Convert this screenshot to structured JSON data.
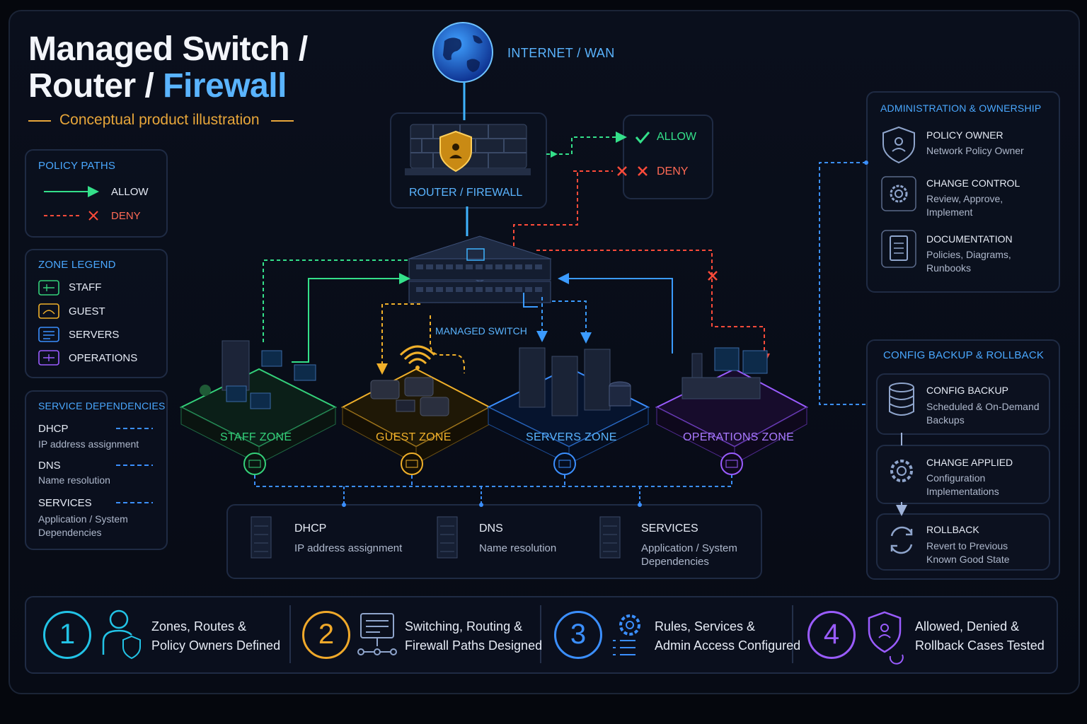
{
  "header": {
    "title_line1": "Managed Switch /",
    "title_line2_a": "Router / ",
    "title_line2_b": "Firewall",
    "subtitle": "Conceptual product illustration"
  },
  "policy_paths": {
    "title": "POLICY PATHS",
    "allow": "ALLOW",
    "deny": "DENY"
  },
  "zone_legend": {
    "title": "ZONE LEGEND",
    "items": [
      "STAFF",
      "GUEST",
      "SERVERS",
      "OPERATIONS"
    ]
  },
  "service_deps": {
    "title": "SERVICE DEPENDENCIES",
    "items": [
      {
        "name": "DHCP",
        "desc": "IP address assignment"
      },
      {
        "name": "DNS",
        "desc": "Name resolution"
      },
      {
        "name": "SERVICES",
        "desc_1": "Application / System",
        "desc_2": "Dependencies"
      }
    ]
  },
  "diagram": {
    "internet": "INTERNET / WAN",
    "router": "ROUTER / FIREWALL",
    "allow": "ALLOW",
    "deny": "DENY",
    "switch": "MANAGED SWITCH",
    "zones": [
      "STAFF ZONE",
      "GUEST ZONE",
      "SERVERS ZONE",
      "OPERATIONS ZONE"
    ],
    "services": [
      {
        "name": "DHCP",
        "desc": "IP address assignment"
      },
      {
        "name": "DNS",
        "desc": "Name resolution"
      },
      {
        "name": "SERVICES",
        "desc_1": "Application / System",
        "desc_2": "Dependencies"
      }
    ]
  },
  "admin": {
    "title": "ADMINISTRATION & OWNERSHIP",
    "items": [
      {
        "name": "POLICY OWNER",
        "desc_1": "Network Policy Owner"
      },
      {
        "name": "CHANGE CONTROL",
        "desc_1": "Review, Approve,",
        "desc_2": "Implement"
      },
      {
        "name": "DOCUMENTATION",
        "desc_1": "Policies, Diagrams,",
        "desc_2": "Runbooks"
      }
    ]
  },
  "backup": {
    "title": "CONFIG BACKUP & ROLLBACK",
    "items": [
      {
        "name": "CONFIG BACKUP",
        "desc_1": "Scheduled & On-Demand",
        "desc_2": "Backups"
      },
      {
        "name": "CHANGE APPLIED",
        "desc_1": "Configuration",
        "desc_2": "Implementations"
      },
      {
        "name": "ROLLBACK",
        "desc_1": "Revert to Previous",
        "desc_2": "Known Good State"
      }
    ]
  },
  "steps": [
    {
      "num": "1",
      "line1": "Zones, Routes &",
      "line2": "Policy Owners Defined",
      "color": "#22c3e6"
    },
    {
      "num": "2",
      "line1": "Switching, Routing &",
      "line2": "Firewall Paths Designed",
      "color": "#f0a92a"
    },
    {
      "num": "3",
      "line1": "Rules, Services &",
      "line2": "Admin Access Configured",
      "color": "#3b8fff"
    },
    {
      "num": "4",
      "line1": "Allowed, Denied &",
      "line2": "Rollback Cases Tested",
      "color": "#9a5cff"
    }
  ],
  "colors": {
    "allow": "#34e08a",
    "deny": "#ff4b3a",
    "staff": "#34d17a",
    "guest": "#f0b02a",
    "servers": "#3b8fff",
    "operations": "#9a5cff",
    "accent": "#4aa8ff"
  }
}
